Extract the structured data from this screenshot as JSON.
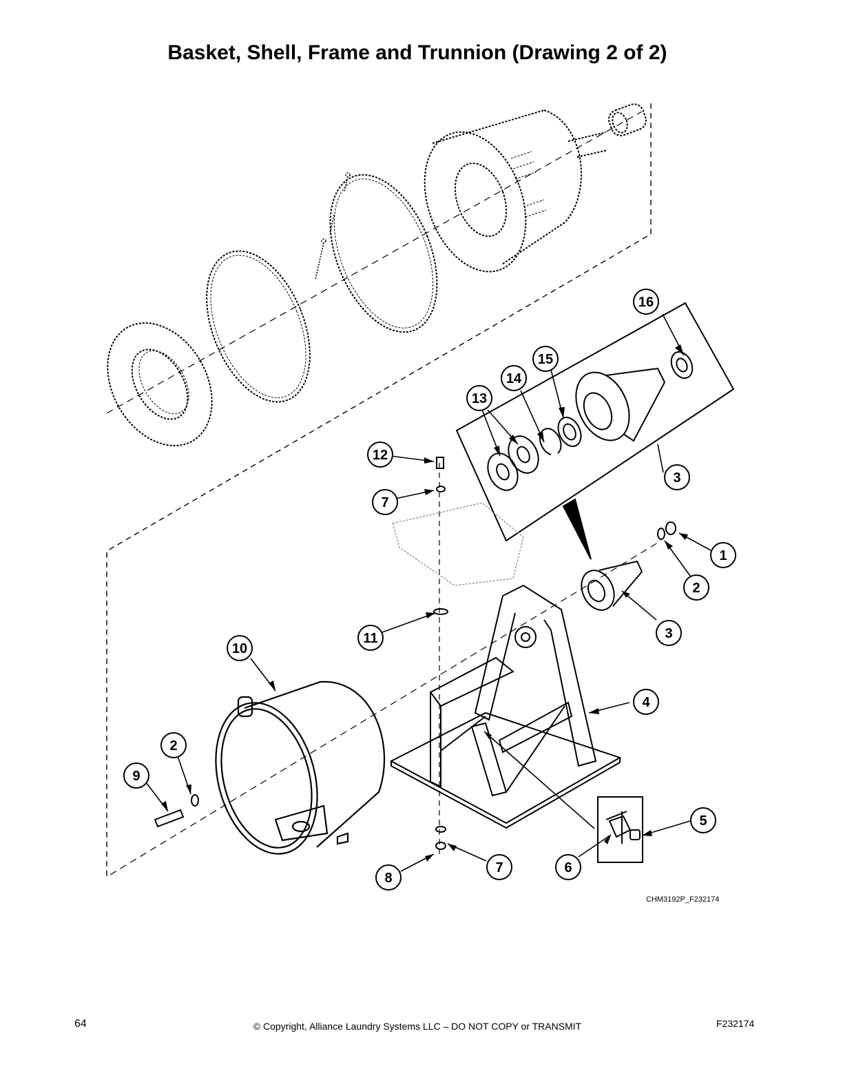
{
  "title": "Basket, Shell, Frame and Trunnion (Drawing 2 of 2)",
  "figure_ref": "CHM3192P_F232174",
  "callouts": [
    {
      "id": "c16",
      "label": "16"
    },
    {
      "id": "c15",
      "label": "15"
    },
    {
      "id": "c14",
      "label": "14"
    },
    {
      "id": "c13",
      "label": "13"
    },
    {
      "id": "c12",
      "label": "12"
    },
    {
      "id": "c7a",
      "label": "7"
    },
    {
      "id": "c3a",
      "label": "3"
    },
    {
      "id": "c1",
      "label": "1"
    },
    {
      "id": "c2a",
      "label": "2"
    },
    {
      "id": "c3b",
      "label": "3"
    },
    {
      "id": "c11",
      "label": "11"
    },
    {
      "id": "c10",
      "label": "10"
    },
    {
      "id": "c4",
      "label": "4"
    },
    {
      "id": "c2b",
      "label": "2"
    },
    {
      "id": "c9",
      "label": "9"
    },
    {
      "id": "c5",
      "label": "5"
    },
    {
      "id": "c6",
      "label": "6"
    },
    {
      "id": "c7b",
      "label": "7"
    },
    {
      "id": "c8",
      "label": "8"
    }
  ],
  "footer": {
    "page_number": "64",
    "copyright": "© Copyright, Alliance Laundry Systems LLC – DO NOT COPY or TRANSMIT",
    "doc_code": "F232174"
  }
}
